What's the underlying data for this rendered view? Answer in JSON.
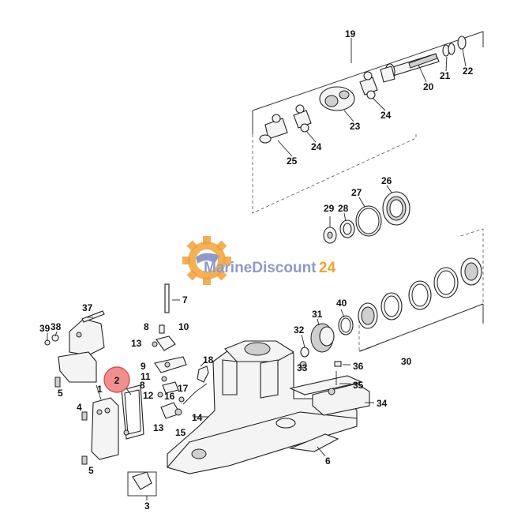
{
  "watermark": {
    "text_main": "MarineDiscount",
    "text_num": "24",
    "gear_color": "#f0a23a",
    "text_color": "#8e9bc6"
  },
  "highlight": {
    "label": "2",
    "color": "#f08a8a"
  },
  "callouts": {
    "c1": "1",
    "c2": "2",
    "c3": "3",
    "c4": "4",
    "c5a": "5",
    "c5b": "5",
    "c6": "6",
    "c7": "7",
    "c8a": "8",
    "c8b": "8",
    "c9": "9",
    "c10": "10",
    "c11": "11",
    "c12": "12",
    "c13a": "13",
    "c13b": "13",
    "c14": "14",
    "c15": "15",
    "c16": "16",
    "c17": "17",
    "c18": "18",
    "c19": "19",
    "c20": "20",
    "c21": "21",
    "c22": "22",
    "c23": "23",
    "c24a": "24",
    "c24b": "24",
    "c25": "25",
    "c26": "26",
    "c27": "27",
    "c28": "28",
    "c29": "29",
    "c30": "30",
    "c31": "31",
    "c32": "32",
    "c33": "33",
    "c34": "34",
    "c35": "35",
    "c36": "36",
    "c37": "37",
    "c38": "38",
    "c39": "39",
    "c40": "40"
  }
}
